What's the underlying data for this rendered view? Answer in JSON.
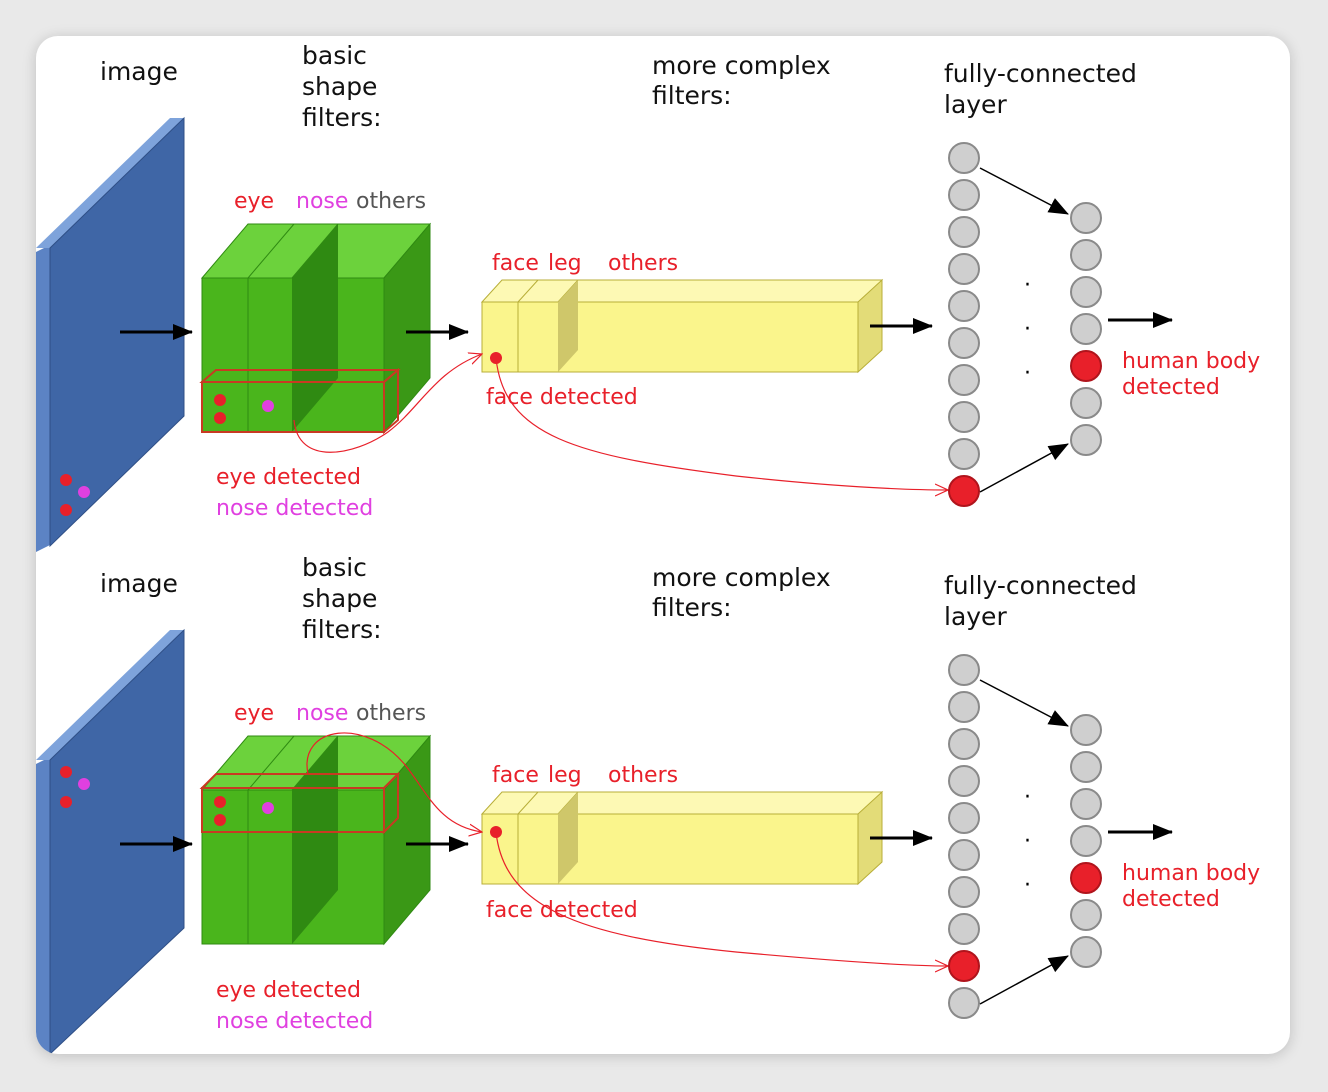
{
  "panels": [
    {
      "image_label": "image",
      "basic_filters_label": [
        "basic",
        "shape",
        "filters:"
      ],
      "basic_channels": {
        "eye": "eye",
        "nose": "nose",
        "others": "others"
      },
      "complex_filters_label": [
        "more complex",
        "filters:"
      ],
      "complex_channels": {
        "face": "face",
        "leg": "leg",
        "others": "others"
      },
      "face_detected": "face detected",
      "eye_detected": "eye detected",
      "nose_detected": "nose detected",
      "fc_label": [
        "fully-connected",
        "layer"
      ],
      "human_body_detected": [
        "human body",
        "detected"
      ]
    },
    {
      "image_label": "image",
      "basic_filters_label": [
        "basic",
        "shape",
        "filters:"
      ],
      "basic_channels": {
        "eye": "eye",
        "nose": "nose",
        "others": "others"
      },
      "complex_filters_label": [
        "more complex",
        "filters:"
      ],
      "complex_channels": {
        "face": "face",
        "leg": "leg",
        "others": "others"
      },
      "face_detected": "face detected",
      "eye_detected": "eye detected",
      "nose_detected": "nose detected",
      "fc_label": [
        "fully-connected",
        "layer"
      ],
      "human_body_detected": [
        "human body",
        "detected"
      ]
    }
  ],
  "colors": {
    "image_plane": "#3f66a6",
    "basic_filter": "#4ab51c",
    "complex_filter": "#faf58c",
    "highlight": "#e8202a",
    "nose": "#e040e0",
    "neuron": "#cfcfcf"
  }
}
